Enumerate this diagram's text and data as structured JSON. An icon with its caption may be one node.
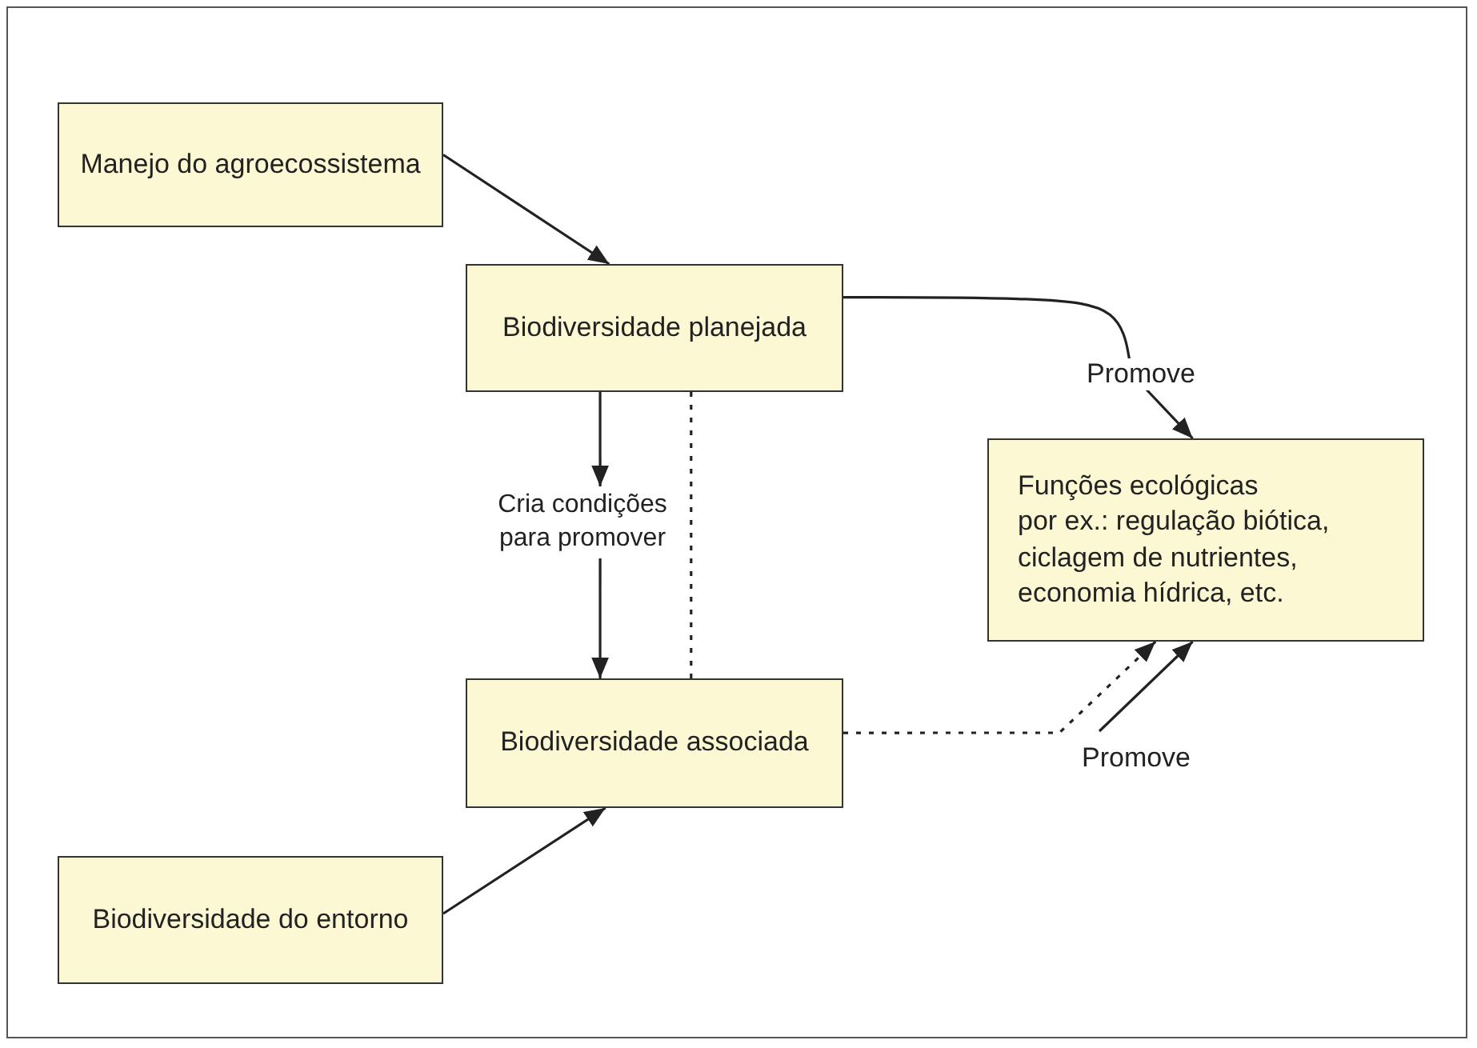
{
  "diagram": {
    "nodes": [
      {
        "text": [
          "Manejo do agroecossistema"
        ]
      },
      {
        "text": [
          "Biodiversidade planejada"
        ]
      },
      {
        "text": [
          "Funções ecológicas",
          "por ex.: regulação biótica, ciclagem de nutrientes, economia hídrica, etc."
        ]
      },
      {
        "text": [
          "Cria condições para promover"
        ]
      },
      {
        "text": [
          "Biodiversidade associada"
        ]
      },
      {
        "text": [
          "Biodiversidade do entorno"
        ]
      }
    ],
    "edges": [
      {
        "from": 0,
        "to": 1,
        "arrow": "to"
      },
      {
        "from": 1,
        "to": 2,
        "arrow": "to",
        "label": "Promove"
      },
      {
        "from": 1,
        "to": 3,
        "arrow": "to"
      },
      {
        "from": 3,
        "to": 4,
        "arrow": "to"
      },
      {
        "from": 1,
        "to": 4,
        "arrow": "none",
        "style": "dashed"
      },
      {
        "from": 4,
        "to": 2,
        "arrow": "to",
        "style": "dashed"
      },
      {
        "from": null,
        "to": 2,
        "arrow": "to",
        "label": "Promove"
      },
      {
        "from": 5,
        "to": 4,
        "arrow": "to"
      }
    ]
  }
}
